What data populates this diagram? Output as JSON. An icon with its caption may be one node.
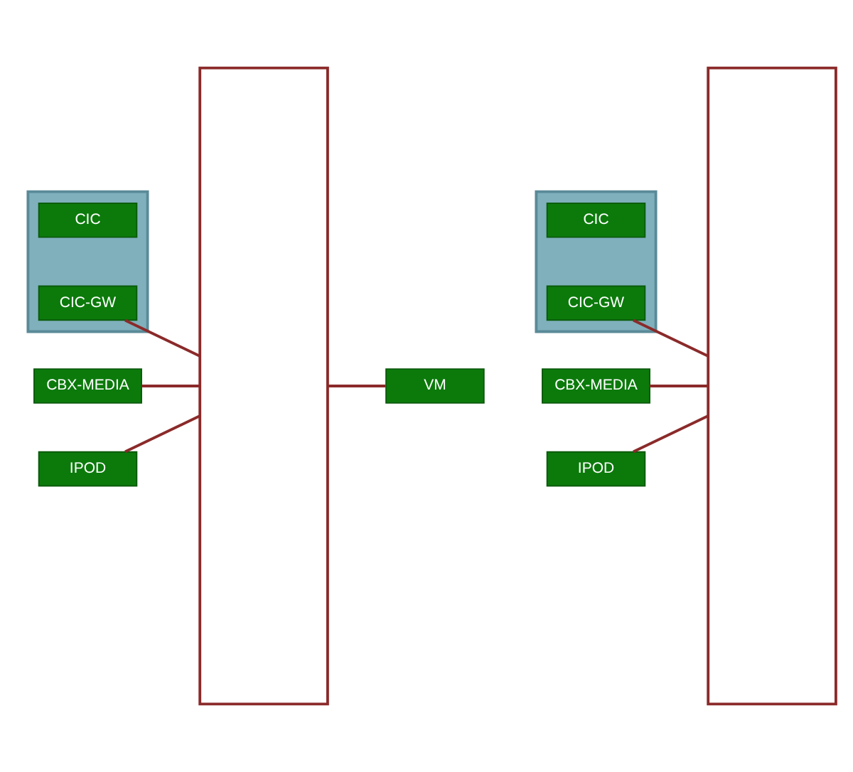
{
  "diagram": {
    "nodes": [
      {
        "text": [],
        "shape": "box"
      },
      {
        "text": [
          "CIC"
        ],
        "in": 0
      },
      {
        "text": [
          "CIC-GW"
        ],
        "in": 0
      },
      {
        "text": [],
        "shape": "box"
      },
      {
        "text": [
          "CBX-MEDIA"
        ]
      },
      {
        "text": [
          "IPOD"
        ]
      },
      {
        "text": [
          "VM"
        ]
      },
      {
        "text": [],
        "shape": "box"
      },
      {
        "text": [
          "CIC"
        ],
        "in": 7
      },
      {
        "text": [
          "CIC-GW"
        ],
        "in": 7
      },
      {
        "text": [],
        "shape": "box"
      },
      {
        "text": [
          "CBX-MEDIA"
        ]
      },
      {
        "text": [
          "IPOD"
        ]
      }
    ],
    "edges": [
      {
        "from": 2,
        "to": 3,
        "arrow": "none"
      },
      {
        "from": 4,
        "to": 3,
        "arrow": "none"
      },
      {
        "from": 5,
        "to": 3,
        "arrow": "none"
      },
      {
        "from": 3,
        "to": 6,
        "arrow": "none"
      },
      {
        "from": 9,
        "to": 10,
        "arrow": "none"
      },
      {
        "from": 11,
        "to": 10,
        "arrow": "none"
      },
      {
        "from": 12,
        "to": 10,
        "arrow": "none"
      }
    ]
  }
}
